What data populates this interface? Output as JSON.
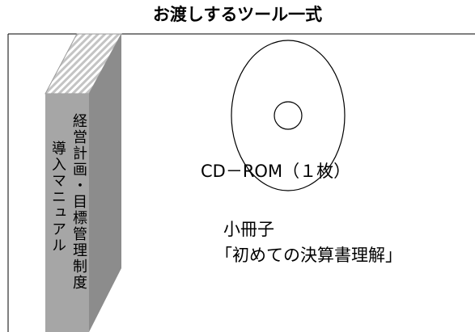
{
  "title": "お渡しするツール一式",
  "book": {
    "spine_main": "経営計画・目標管理制度",
    "spine_sub": "導入マニュアル",
    "spine_color": "#a6a6a6",
    "top_color": "#c8c8c8",
    "stripe_color": "#d9d9d9"
  },
  "cd": {
    "label": "CD－ROM（１枚）",
    "icon": "cd-disc-icon"
  },
  "booklet": {
    "line1": "小冊子",
    "line2": "「初めての決算書理解」"
  }
}
